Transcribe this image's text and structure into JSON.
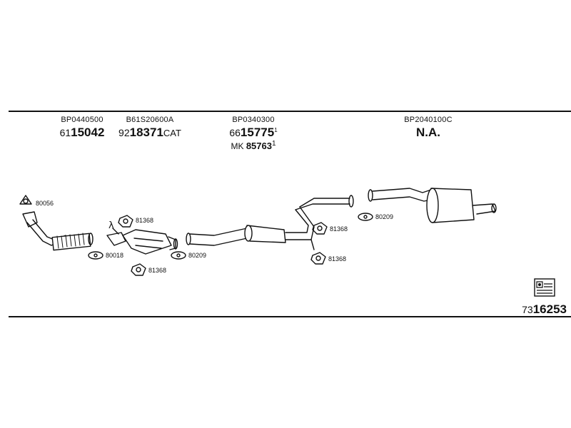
{
  "parts": [
    {
      "code": "BP0440500",
      "prefix": "61",
      "number": "15042",
      "suffix": ""
    },
    {
      "code": "B61S20600A",
      "prefix": "92",
      "number": "18371",
      "suffix": "CAT"
    },
    {
      "code": "BP0340300",
      "prefix": "66",
      "number": "15775",
      "suffix": "",
      "sup": "1",
      "line2_label": "MK",
      "line2_number": "85763",
      "line2_sup": "1"
    },
    {
      "code": "BP2040100C",
      "na": "N.A."
    }
  ],
  "callouts": {
    "c80056": "80056",
    "c81368a": "81368",
    "c80018": "80018",
    "c81368b": "81368",
    "c80209a": "80209",
    "c81368c": "81368",
    "c81368d": "81368",
    "c80209b": "80209",
    "lambda": "λ"
  },
  "reference": {
    "prefix": "73",
    "number": "16253"
  },
  "icons": {
    "book": "manual-book-icon"
  }
}
